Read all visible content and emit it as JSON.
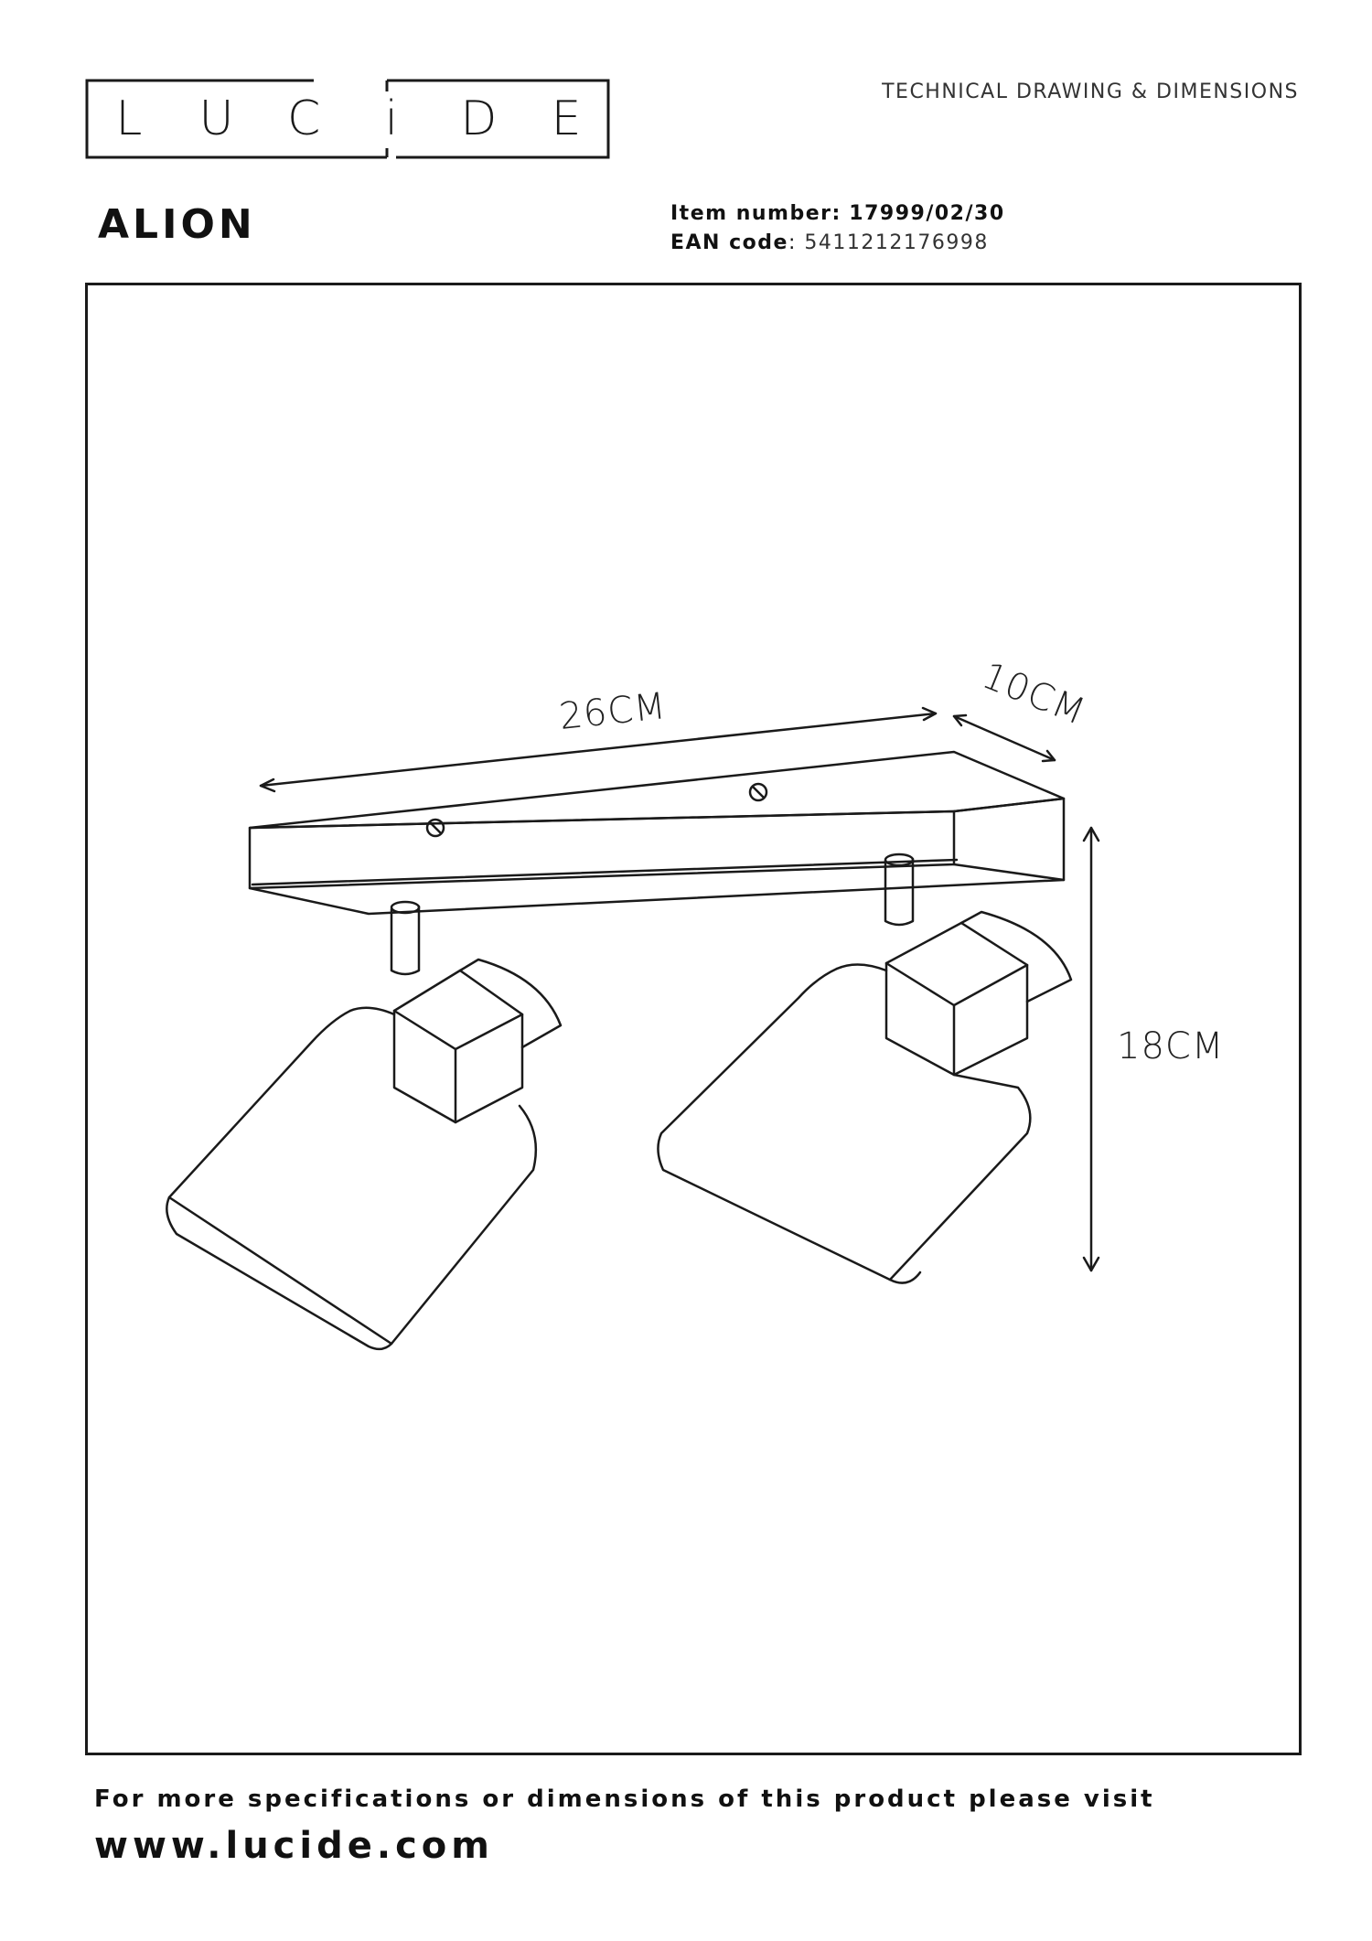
{
  "header": {
    "logo_letters": [
      "L",
      "U",
      "C",
      "i",
      "D",
      "E"
    ],
    "doc_type": "TECHNICAL DRAWING & DIMENSIONS"
  },
  "product": {
    "name": "ALION",
    "item_number_label": "Item number:",
    "item_number": "17999/02/30",
    "ean_label": "EAN code",
    "ean": "5411212176998"
  },
  "drawing": {
    "dim_length": "26CM",
    "dim_depth": "10CM",
    "dim_height": "18CM"
  },
  "footer": {
    "note": "For more specifications or dimensions of this product please visit",
    "url": "www.lucide.com"
  },
  "colors": {
    "ink": "#111111",
    "background": "#ffffff"
  }
}
